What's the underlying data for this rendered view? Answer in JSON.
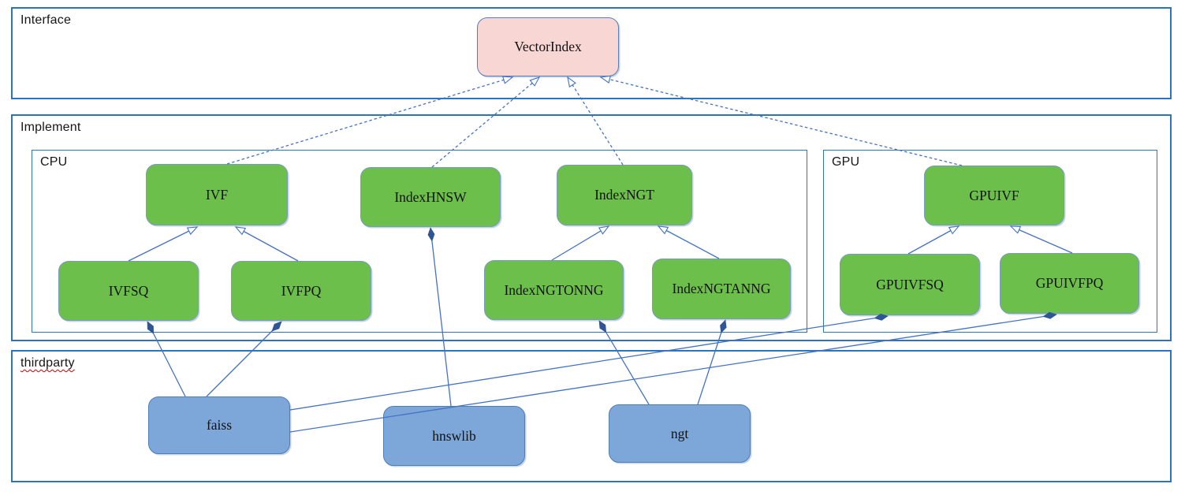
{
  "containers": {
    "interface": {
      "label": "Interface"
    },
    "implement": {
      "label": "Implement"
    },
    "cpu": {
      "label": "CPU"
    },
    "gpu": {
      "label": "GPU"
    },
    "thirdparty": {
      "label": "thirdparty"
    }
  },
  "nodes": {
    "VectorIndex": {
      "label": "VectorIndex",
      "kind": "interface",
      "container": "interface"
    },
    "IVF": {
      "label": "IVF",
      "kind": "class",
      "container": "cpu"
    },
    "IndexHNSW": {
      "label": "IndexHNSW",
      "kind": "class",
      "container": "cpu"
    },
    "IndexNGT": {
      "label": "IndexNGT",
      "kind": "class",
      "container": "cpu"
    },
    "IVFSQ": {
      "label": "IVFSQ",
      "kind": "class",
      "container": "cpu"
    },
    "IVFPQ": {
      "label": "IVFPQ",
      "kind": "class",
      "container": "cpu"
    },
    "IndexNGTONNG": {
      "label": "IndexNGTONNG",
      "kind": "class",
      "container": "cpu"
    },
    "IndexNGTANNG": {
      "label": "IndexNGTANNG",
      "kind": "class",
      "container": "cpu"
    },
    "GPUIVF": {
      "label": "GPUIVF",
      "kind": "class",
      "container": "gpu"
    },
    "GPUIVFSQ": {
      "label": "GPUIVFSQ",
      "kind": "class",
      "container": "gpu"
    },
    "GPUIVFPQ": {
      "label": "GPUIVFPQ",
      "kind": "class",
      "container": "gpu"
    },
    "faiss": {
      "label": "faiss",
      "kind": "library",
      "container": "thirdparty"
    },
    "hnswlib": {
      "label": "hnswlib",
      "kind": "library",
      "container": "thirdparty"
    },
    "ngt": {
      "label": "ngt",
      "kind": "library",
      "container": "thirdparty"
    }
  },
  "edges": [
    {
      "from": "IVF",
      "to": "VectorIndex",
      "type": "realization"
    },
    {
      "from": "IndexHNSW",
      "to": "VectorIndex",
      "type": "realization"
    },
    {
      "from": "IndexNGT",
      "to": "VectorIndex",
      "type": "realization"
    },
    {
      "from": "GPUIVF",
      "to": "VectorIndex",
      "type": "realization"
    },
    {
      "from": "IVFSQ",
      "to": "IVF",
      "type": "inheritance"
    },
    {
      "from": "IVFPQ",
      "to": "IVF",
      "type": "inheritance"
    },
    {
      "from": "IndexNGTONNG",
      "to": "IndexNGT",
      "type": "inheritance"
    },
    {
      "from": "IndexNGTANNG",
      "to": "IndexNGT",
      "type": "inheritance"
    },
    {
      "from": "GPUIVFSQ",
      "to": "GPUIVF",
      "type": "inheritance"
    },
    {
      "from": "GPUIVFPQ",
      "to": "GPUIVF",
      "type": "inheritance"
    },
    {
      "from": "IndexHNSW",
      "to": "hnswlib",
      "type": "composition"
    },
    {
      "from": "IVFSQ",
      "to": "faiss",
      "type": "composition"
    },
    {
      "from": "IVFPQ",
      "to": "faiss",
      "type": "composition"
    },
    {
      "from": "IndexNGTONNG",
      "to": "ngt",
      "type": "composition"
    },
    {
      "from": "IndexNGTANNG",
      "to": "ngt",
      "type": "composition"
    },
    {
      "from": "GPUIVFSQ",
      "to": "faiss",
      "type": "composition"
    },
    {
      "from": "GPUIVFPQ",
      "to": "faiss",
      "type": "composition"
    }
  ],
  "colors": {
    "interface_fill": "#f8d6d3",
    "interface_border": "#5b7fb5",
    "class_fill": "#6cbf4a",
    "class_border": "#7b9cc0",
    "library_fill": "#7da7d9",
    "library_border": "#4d7ebb",
    "container_border": "#2e75b5",
    "connector": "#4472c4",
    "diamond": "#2f5597",
    "spellcheck_underline": "#cc0000"
  }
}
